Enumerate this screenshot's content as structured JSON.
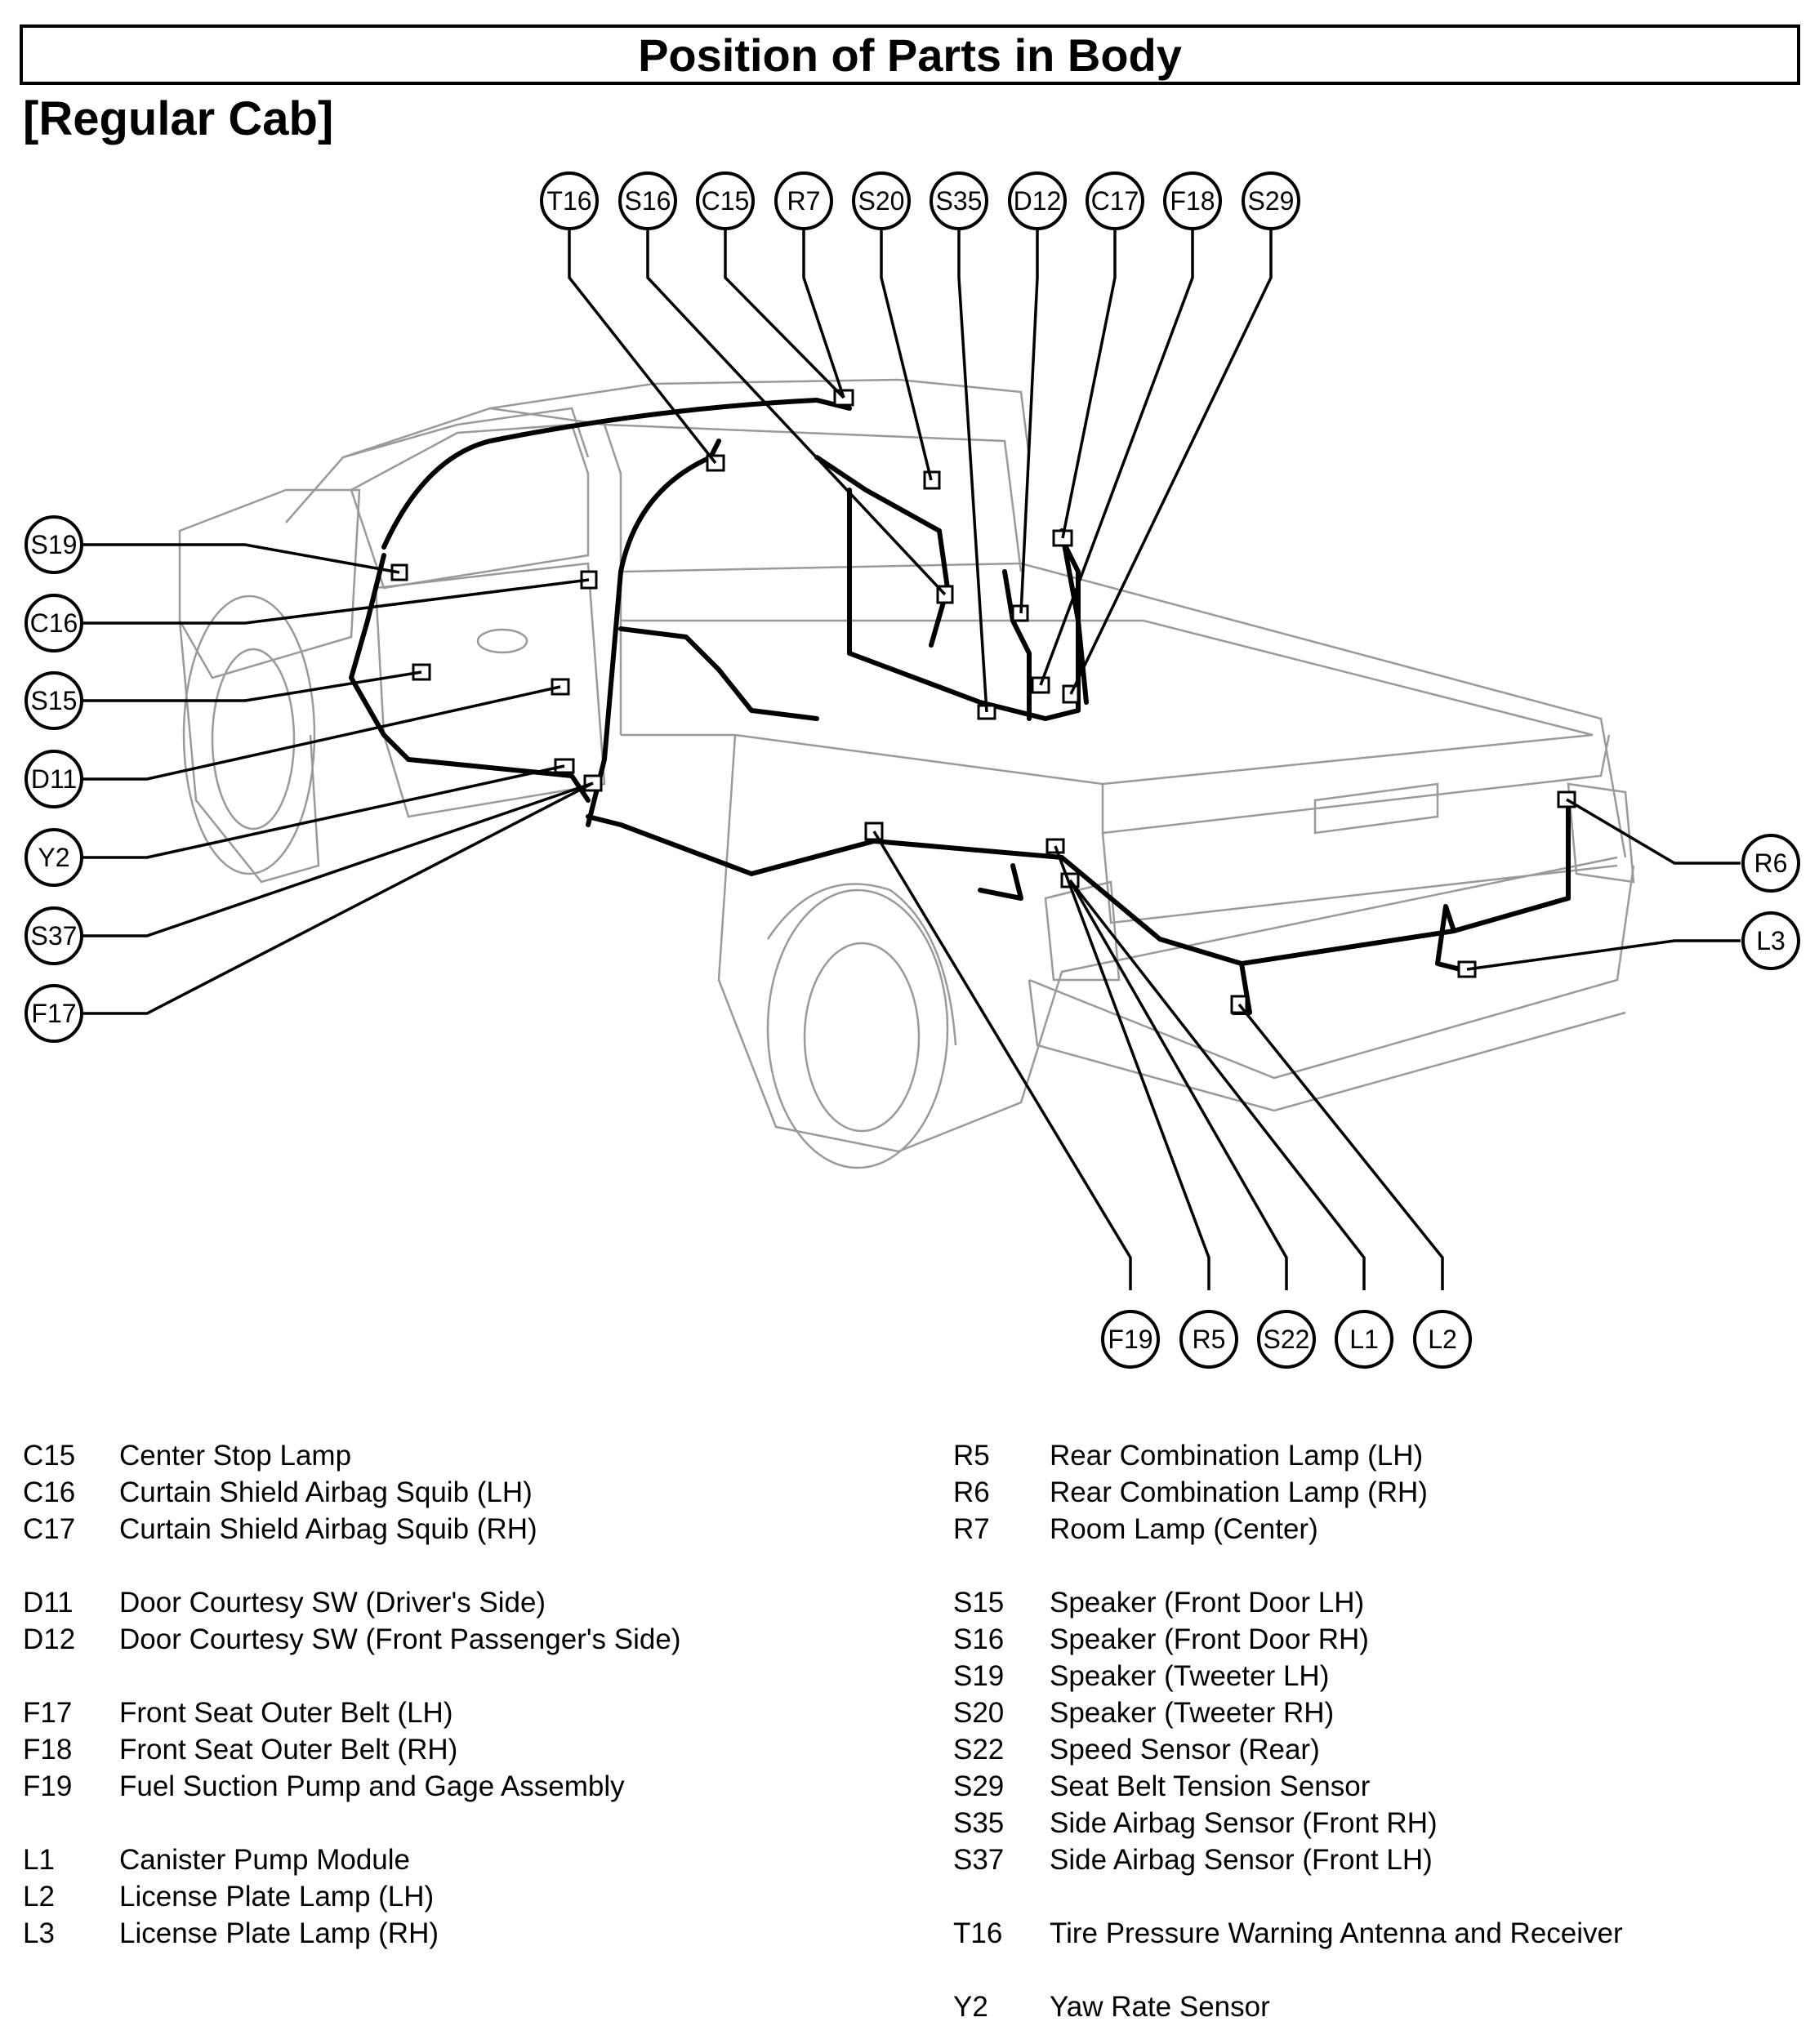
{
  "title": "Position of Parts in Body",
  "subtitle": "[Regular Cab]",
  "callouts": [
    {
      "code": "T16"
    },
    {
      "code": "S16"
    },
    {
      "code": "C15"
    },
    {
      "code": "R7"
    },
    {
      "code": "S20"
    },
    {
      "code": "S35"
    },
    {
      "code": "D12"
    },
    {
      "code": "C17"
    },
    {
      "code": "F18"
    },
    {
      "code": "S29"
    },
    {
      "code": "S19"
    },
    {
      "code": "C16"
    },
    {
      "code": "S15"
    },
    {
      "code": "D11"
    },
    {
      "code": "Y2"
    },
    {
      "code": "S37"
    },
    {
      "code": "F17"
    },
    {
      "code": "R6"
    },
    {
      "code": "L3"
    },
    {
      "code": "F19"
    },
    {
      "code": "R5"
    },
    {
      "code": "S22"
    },
    {
      "code": "L1"
    },
    {
      "code": "L2"
    }
  ],
  "legend_left": [
    {
      "code": "C15",
      "name": "Center Stop Lamp"
    },
    {
      "code": "C16",
      "name": "Curtain Shield Airbag Squib (LH)"
    },
    {
      "code": "C17",
      "name": "Curtain Shield Airbag Squib (RH)"
    },
    null,
    {
      "code": "D11",
      "name": "Door Courtesy SW (Driver's Side)"
    },
    {
      "code": "D12",
      "name": "Door Courtesy SW (Front Passenger's Side)"
    },
    null,
    {
      "code": "F17",
      "name": "Front Seat Outer Belt (LH)"
    },
    {
      "code": "F18",
      "name": "Front Seat Outer Belt (RH)"
    },
    {
      "code": "F19",
      "name": "Fuel Suction Pump and Gage Assembly"
    },
    null,
    {
      "code": "L1",
      "name": "Canister Pump Module"
    },
    {
      "code": "L2",
      "name": "License Plate Lamp (LH)"
    },
    {
      "code": "L3",
      "name": "License Plate Lamp (RH)"
    }
  ],
  "legend_right": [
    {
      "code": "R5",
      "name": "Rear Combination Lamp (LH)"
    },
    {
      "code": "R6",
      "name": "Rear Combination Lamp (RH)"
    },
    {
      "code": "R7",
      "name": "Room Lamp (Center)"
    },
    null,
    {
      "code": "S15",
      "name": "Speaker (Front Door LH)"
    },
    {
      "code": "S16",
      "name": "Speaker (Front Door RH)"
    },
    {
      "code": "S19",
      "name": "Speaker (Tweeter LH)"
    },
    {
      "code": "S20",
      "name": "Speaker (Tweeter RH)"
    },
    {
      "code": "S22",
      "name": "Speed Sensor (Rear)"
    },
    {
      "code": "S29",
      "name": "Seat Belt Tension Sensor"
    },
    {
      "code": "S35",
      "name": "Side Airbag Sensor (Front RH)"
    },
    {
      "code": "S37",
      "name": "Side Airbag Sensor (Front LH)"
    },
    null,
    {
      "code": "T16",
      "name": "Tire Pressure Warning Antenna and Receiver"
    },
    null,
    {
      "code": "Y2",
      "name": "Yaw Rate Sensor"
    }
  ]
}
